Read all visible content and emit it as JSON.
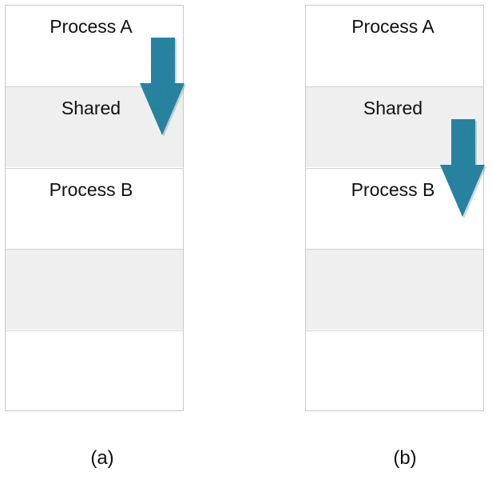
{
  "diagrams": [
    {
      "caption": "(a)",
      "cells": [
        {
          "label": "Process A",
          "shaded": false
        },
        {
          "label": "Shared",
          "shaded": true
        },
        {
          "label": "Process B",
          "shaded": false
        },
        {
          "label": "",
          "shaded": true
        },
        {
          "label": "",
          "shaded": false
        }
      ],
      "arrow": {
        "direction": "down",
        "color": "#2f8fae"
      }
    },
    {
      "caption": "(b)",
      "cells": [
        {
          "label": "Process A",
          "shaded": false
        },
        {
          "label": "Shared",
          "shaded": true
        },
        {
          "label": "Process B",
          "shaded": false
        },
        {
          "label": "",
          "shaded": true
        },
        {
          "label": "",
          "shaded": false
        }
      ],
      "arrow": {
        "direction": "down",
        "color": "#2f8fae"
      }
    }
  ]
}
